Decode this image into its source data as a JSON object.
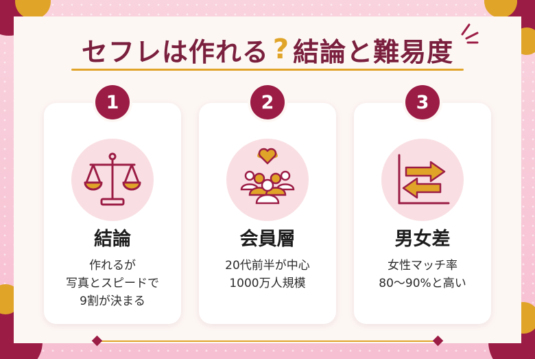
{
  "title": {
    "part1": "セフレは作れる",
    "question_mark": "?",
    "part2": "結論と難易度"
  },
  "colors": {
    "accent_dark": "#9b1c45",
    "accent_gold": "#e0a429",
    "title_text": "#7a1f3d",
    "icon_bg": "#f9dfe3"
  },
  "cards": [
    {
      "number": "1",
      "icon": "balance-scale-icon",
      "heading": "結論",
      "lines": [
        "作れるが",
        "写真とスピードで",
        "9割が決まる"
      ]
    },
    {
      "number": "2",
      "icon": "crowd-heart-icon",
      "heading": "会員層",
      "lines": [
        "20代前半が中心",
        "1000万人規模"
      ]
    },
    {
      "number": "3",
      "icon": "swap-arrows-icon",
      "heading": "男女差",
      "lines": [
        "女性マッチ率",
        "80〜90%と高い"
      ]
    }
  ]
}
